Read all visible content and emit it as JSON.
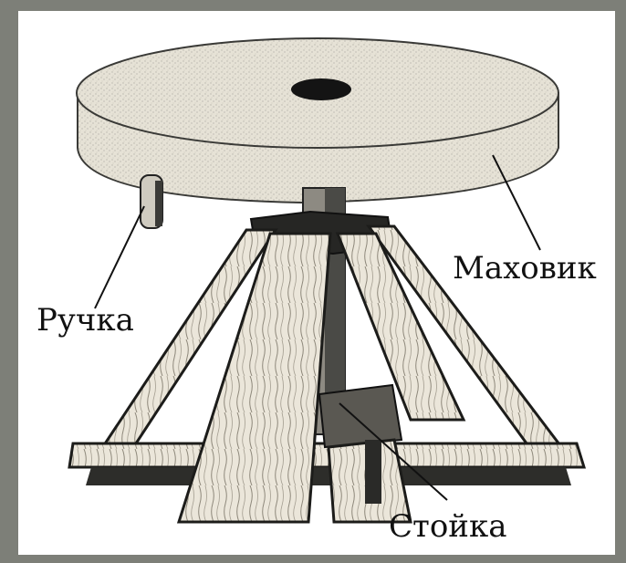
{
  "labels": {
    "flywheel": "Маховик",
    "handle": "Ручка",
    "post": "Стойка"
  },
  "colors": {
    "background": "#7d7f78",
    "panel": "#ffffff",
    "ink": "#111111",
    "stone": "#cfcfc9",
    "wood": "#e8e3d6",
    "wood_dark": "#2a2a28"
  }
}
